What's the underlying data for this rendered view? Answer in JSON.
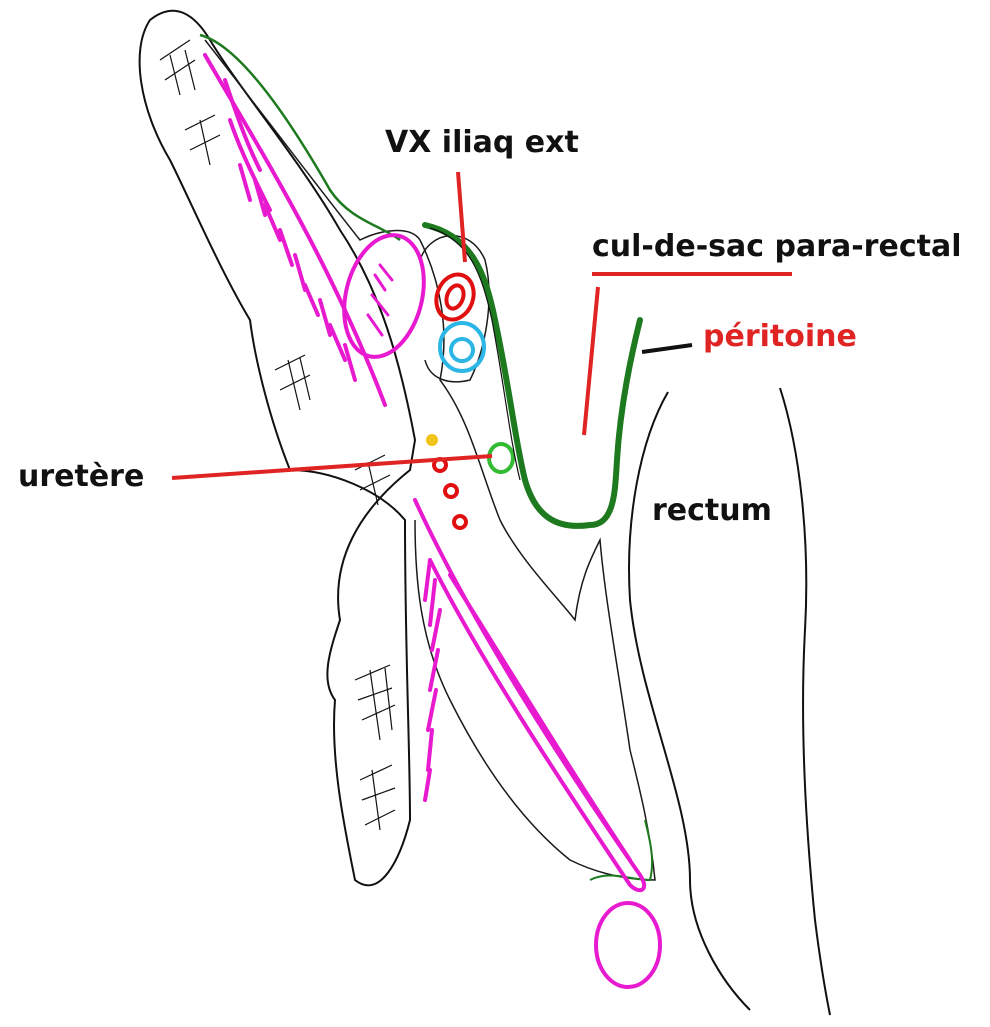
{
  "labels": {
    "vx_iliaq_ext": "VX iliaq ext",
    "cul_de_sac": "cul-de-sac para-rectal",
    "peritoine": "péritoine",
    "uretere": "uretère",
    "rectum": "rectum"
  },
  "colors": {
    "outline": "#111111",
    "muscle": "#e81ad0",
    "peritoneum": "#1e7a1e",
    "pointer_red": "#e02424",
    "artery": "#e01010",
    "vein": "#2bb6e6",
    "ureter": "#33bb33",
    "nerve_yellow": "#f2c318",
    "label_black": "#111111",
    "label_red": "#e02424"
  }
}
